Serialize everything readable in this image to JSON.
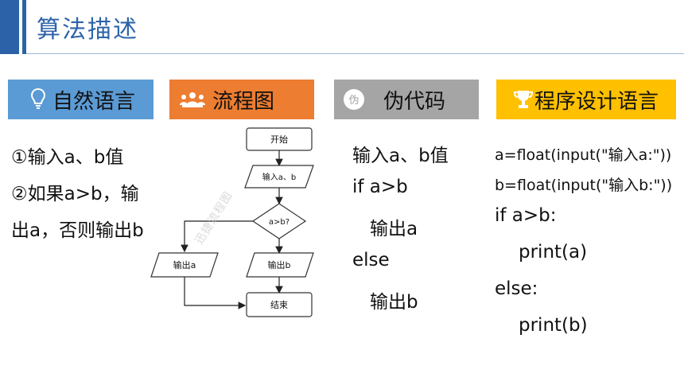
{
  "title": "算法描述",
  "headers": {
    "natural": "自然语言",
    "flowchart": "流程图",
    "pseudocode": "伪代码",
    "programming": "程序设计语言"
  },
  "natural_lines": [
    "①输入a、b值",
    "②如果a>b，输",
    "出a，否则输出b"
  ],
  "flowchart": {
    "start": "开始",
    "input": "输入a、b",
    "decision": "a>b?",
    "output_a": "输出a",
    "output_b": "输出b",
    "end": "结束"
  },
  "pseudo_lines": [
    "输入a、b值",
    "if a>b",
    "输出a",
    "else",
    "输出b"
  ],
  "code_lines": [
    "a=float(input(\"输入a:\"))",
    "b=float(input(\"输入b:\"))",
    "if a>b:",
    "print(a)",
    "else:",
    "print(b)"
  ],
  "watermark": "迅捷流程图",
  "colors": {
    "title": "#2c63a8",
    "natural": "#5b9bd5",
    "flowchart": "#ed7d31",
    "pseudocode": "#a5a5a5",
    "programming": "#ffc000"
  },
  "icons": [
    "lightbulb-icon",
    "team-icon",
    "pseudo-badge-icon",
    "trophy-icon"
  ]
}
